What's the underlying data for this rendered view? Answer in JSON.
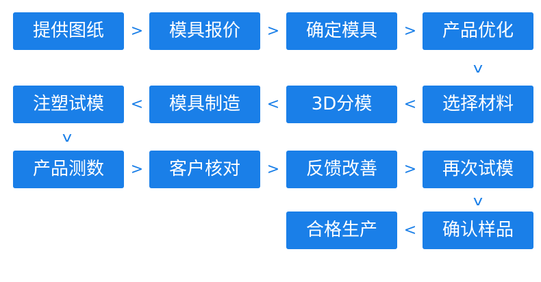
{
  "flow": {
    "steps": [
      "提供图纸",
      "模具报价",
      "确定模具",
      "产品优化",
      "注塑试模",
      "模具制造",
      "3D分模",
      "选择材料",
      "产品测数",
      "客户核对",
      "反馈改善",
      "再次试模",
      "合格生产",
      "确认样品"
    ],
    "arrows": {
      "right": ">",
      "left": "<",
      "down": "v"
    }
  },
  "colors": {
    "box": "#1a7fe8",
    "box_text": "#ffffff",
    "arrow": "#1a7fe8",
    "background": "#ffffff"
  }
}
